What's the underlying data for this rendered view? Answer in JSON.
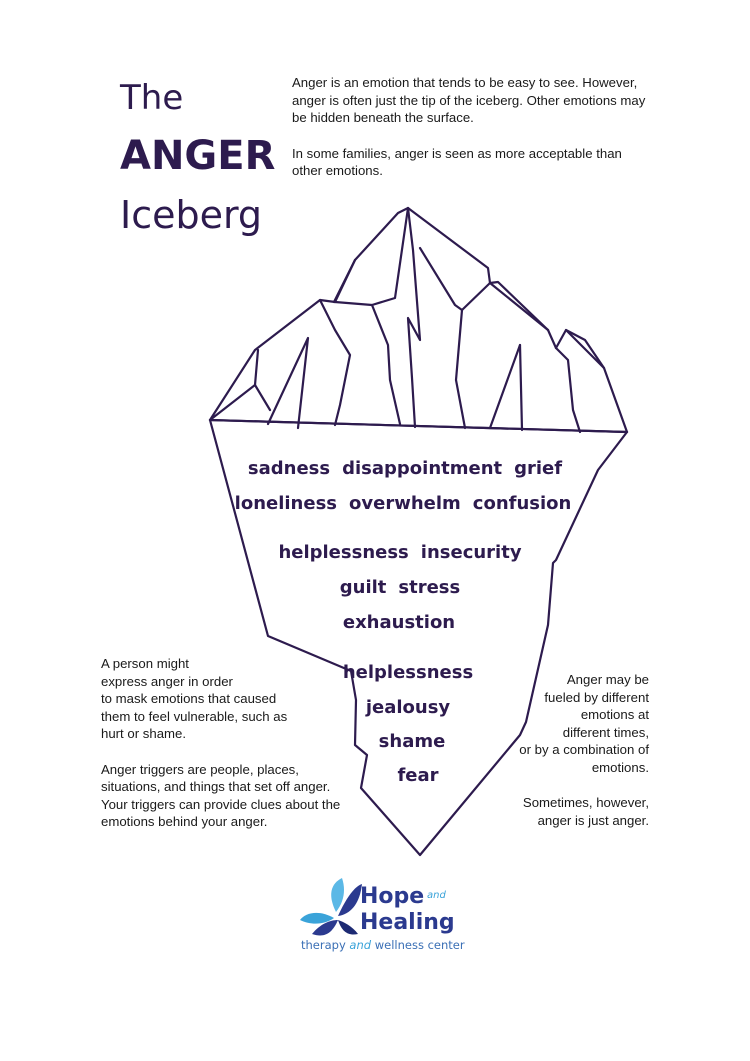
{
  "title": {
    "line1": "The",
    "line2": "ANGER",
    "line3": "Iceberg"
  },
  "intro": [
    "Anger is an emotion that tends to be easy to see. However, anger is often just the tip of the iceberg. Other emotions may be hidden beneath the surface.",
    "In some families, anger is seen as more acceptable than other emotions."
  ],
  "emotions": [
    [
      "sadness",
      "disappointment",
      "grief"
    ],
    [
      "loneliness",
      "overwhelm",
      "confusion"
    ],
    [
      "helplessness",
      "insecurity"
    ],
    [
      "guilt",
      "stress"
    ],
    [
      "exhaustion"
    ],
    [
      "helplessness"
    ],
    [
      "jealousy"
    ],
    [
      "shame"
    ],
    [
      "fear"
    ]
  ],
  "left_text": [
    "A person might\nexpress anger in order\nto mask emotions that caused\nthem to feel vulnerable, such as\nhurt or shame.",
    "Anger triggers are people, places,\nsituations, and things that set off anger.\nYour triggers can provide clues about the\nemotions behind your anger."
  ],
  "right_text": [
    "Anger may be\nfueled by different\nemotions at\ndifferent times,\nor by a combination of\nemotions.",
    "Sometimes, however,\nanger is just anger."
  ],
  "logo": {
    "word1": "Hope",
    "and1": "and",
    "word2": "Healing",
    "tag_a": "therapy",
    "tag_and": "and",
    "tag_b": "wellness center",
    "icon": "butterfly-icon"
  },
  "colors": {
    "ink": "#2d1b4e",
    "logo_blue": "#2b3a8f",
    "logo_light": "#3aa3d9"
  }
}
